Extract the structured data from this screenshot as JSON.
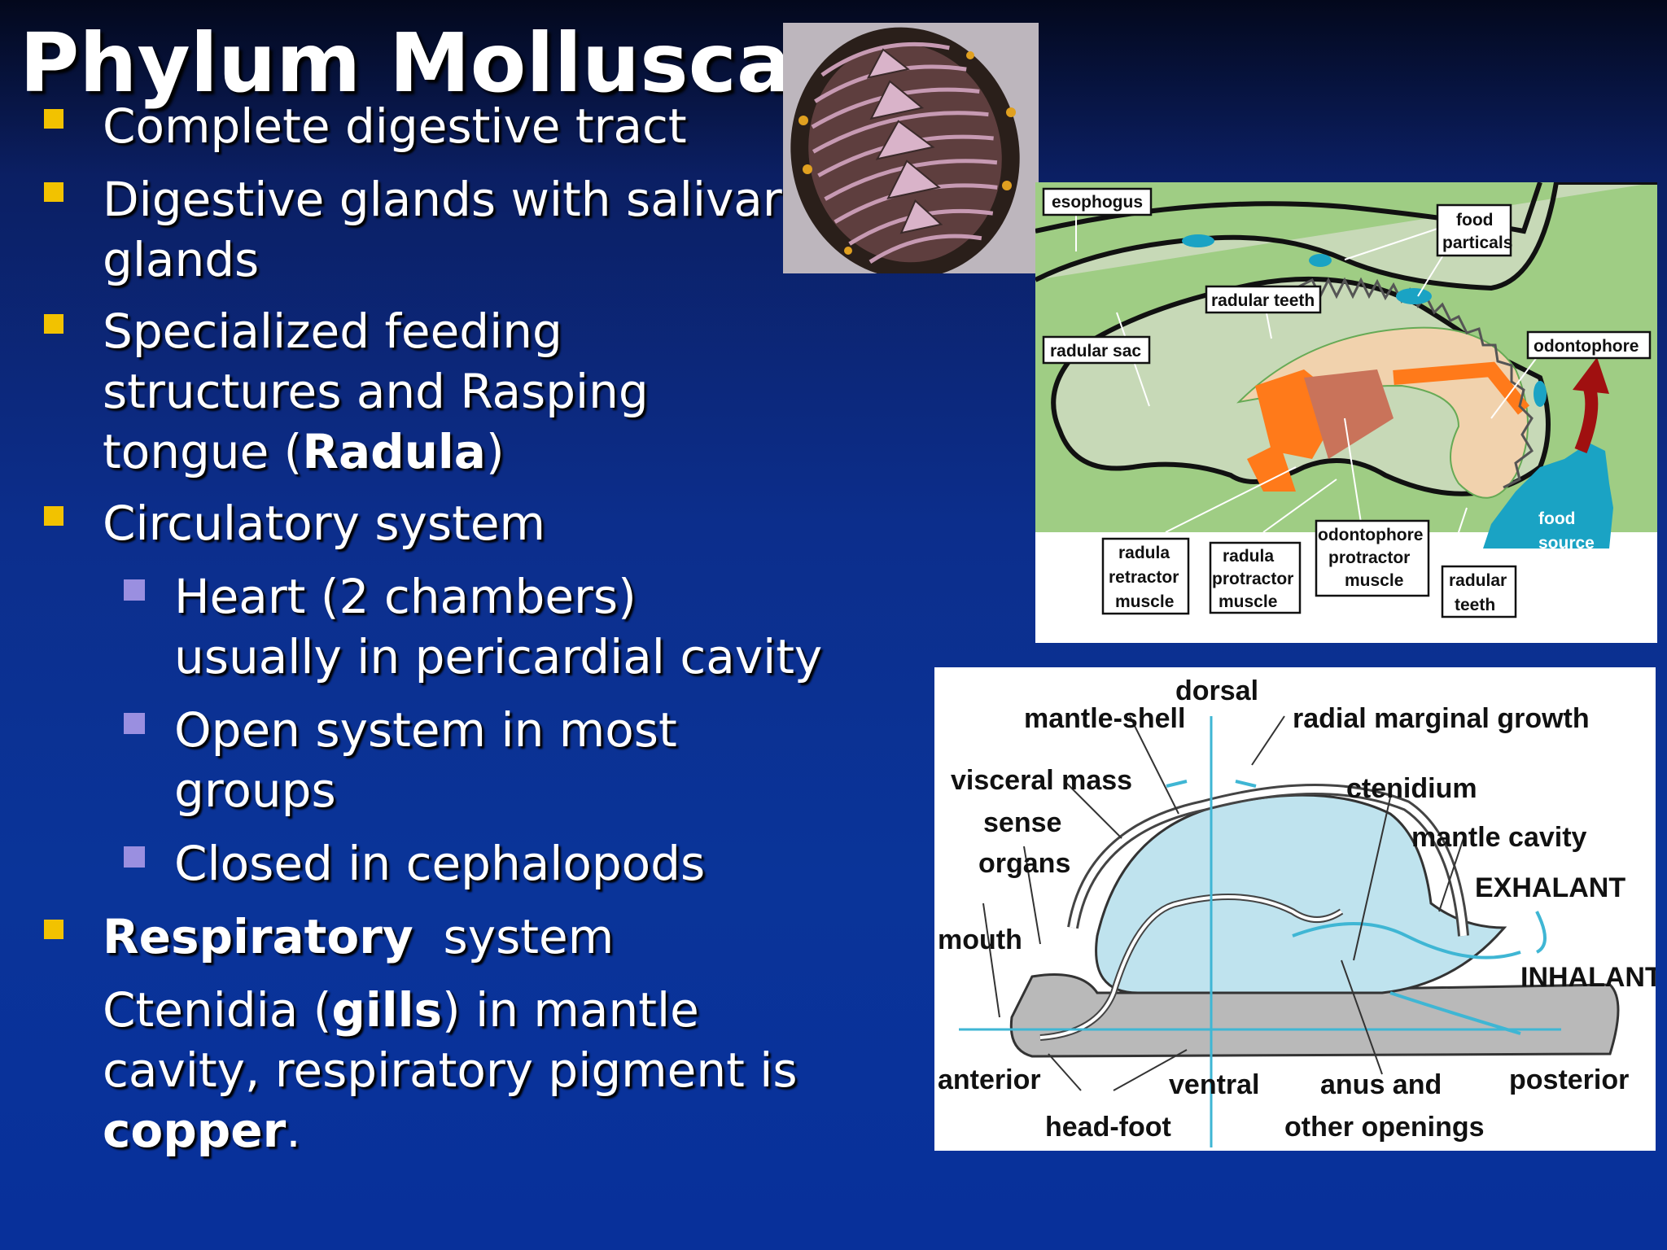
{
  "slide": {
    "title": "Phylum Mollusca"
  },
  "bullets": {
    "b1": "Complete digestive tract",
    "b2_l1": "Digestive glands with salivary",
    "b2_l2": "glands",
    "b3_l1": "Specialized feeding",
    "b3_l2": "structures and Rasping",
    "b3_l3_pre": "tongue (",
    "b3_l3_bold": "Radula",
    "b3_l3_post": ")",
    "b4": "Circulatory system",
    "s1_l1": "Heart (2 chambers)",
    "s1_l2": "usually in pericardial cavity",
    "s2_l1": "Open system in most",
    "s2_l2": "groups",
    "s3": "Closed in cephalopods",
    "b5_bold": "Respiratory",
    "b5_rest": "  system",
    "b5_l2_pre": "Ctenidia (",
    "b5_l2_bold": "gills",
    "b5_l2_post": ") in mantle",
    "b5_l3": "cavity, respiratory pigment is",
    "b5_l4_bold": "copper",
    "b5_l4_post": "."
  },
  "radula_diagram": {
    "esophogus": "esophogus",
    "food_l1": "food",
    "food_l2": "particals",
    "radular_teeth_top": "radular teeth",
    "radular_sac": "radular sac",
    "odontophore": "odontophore",
    "food_source_l1": "food",
    "food_source_l2": "source",
    "retractor_l1": "radula",
    "retractor_l2": "retractor",
    "retractor_l3": "muscle",
    "protractor_l1": "radula",
    "protractor_l2": "protractor",
    "protractor_l3": "muscle",
    "odo_pro_l1": "odontophore",
    "odo_pro_l2": "protractor",
    "odo_pro_l3": "muscle",
    "teeth_bottom_l1": "radular",
    "teeth_bottom_l2": "teeth",
    "colors": {
      "background": "#9fcd84",
      "tissue": "#f1d2ad",
      "muscle": "#ff7a1a",
      "fluid": "#1aa3c4"
    }
  },
  "mollusc_diagram": {
    "dorsal": "dorsal",
    "mantle_shell": "mantle-shell",
    "radial_growth": "radial marginal growth",
    "visceral_mass": "visceral mass",
    "ctenidium": "ctenidium",
    "sense_l1": "sense",
    "sense_l2": "organs",
    "mantle_cavity": "mantle cavity",
    "exhalant": "EXHALANT",
    "mouth": "mouth",
    "inhalant": "INHALANT",
    "anterior": "anterior",
    "ventral": "ventral",
    "anus_l1": "anus and",
    "anus_l2": "other openings",
    "posterior": "posterior",
    "head_foot": "head-foot",
    "colors": {
      "body": "#bfe3ee",
      "foot": "#b9b9b9",
      "water": "#3fb6d4"
    }
  }
}
